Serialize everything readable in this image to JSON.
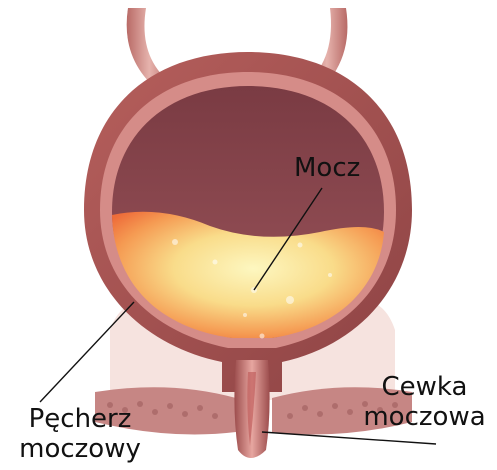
{
  "labels": {
    "urine": "Mocz",
    "bladder_line1": "Pęcherz",
    "bladder_line2": "moczowy",
    "urethra_line1": "Cewka",
    "urethra_line2": "moczowa"
  },
  "colors": {
    "wall": "#a5524f",
    "wall_dark": "#7e3a3c",
    "interior": "#84434b",
    "urine_center": "#fbf3b0",
    "urine_edge": "#f07d3d",
    "muscle": "#c98c8a",
    "background_tissue": "#f4dcd8",
    "leader_line": "#111111"
  }
}
